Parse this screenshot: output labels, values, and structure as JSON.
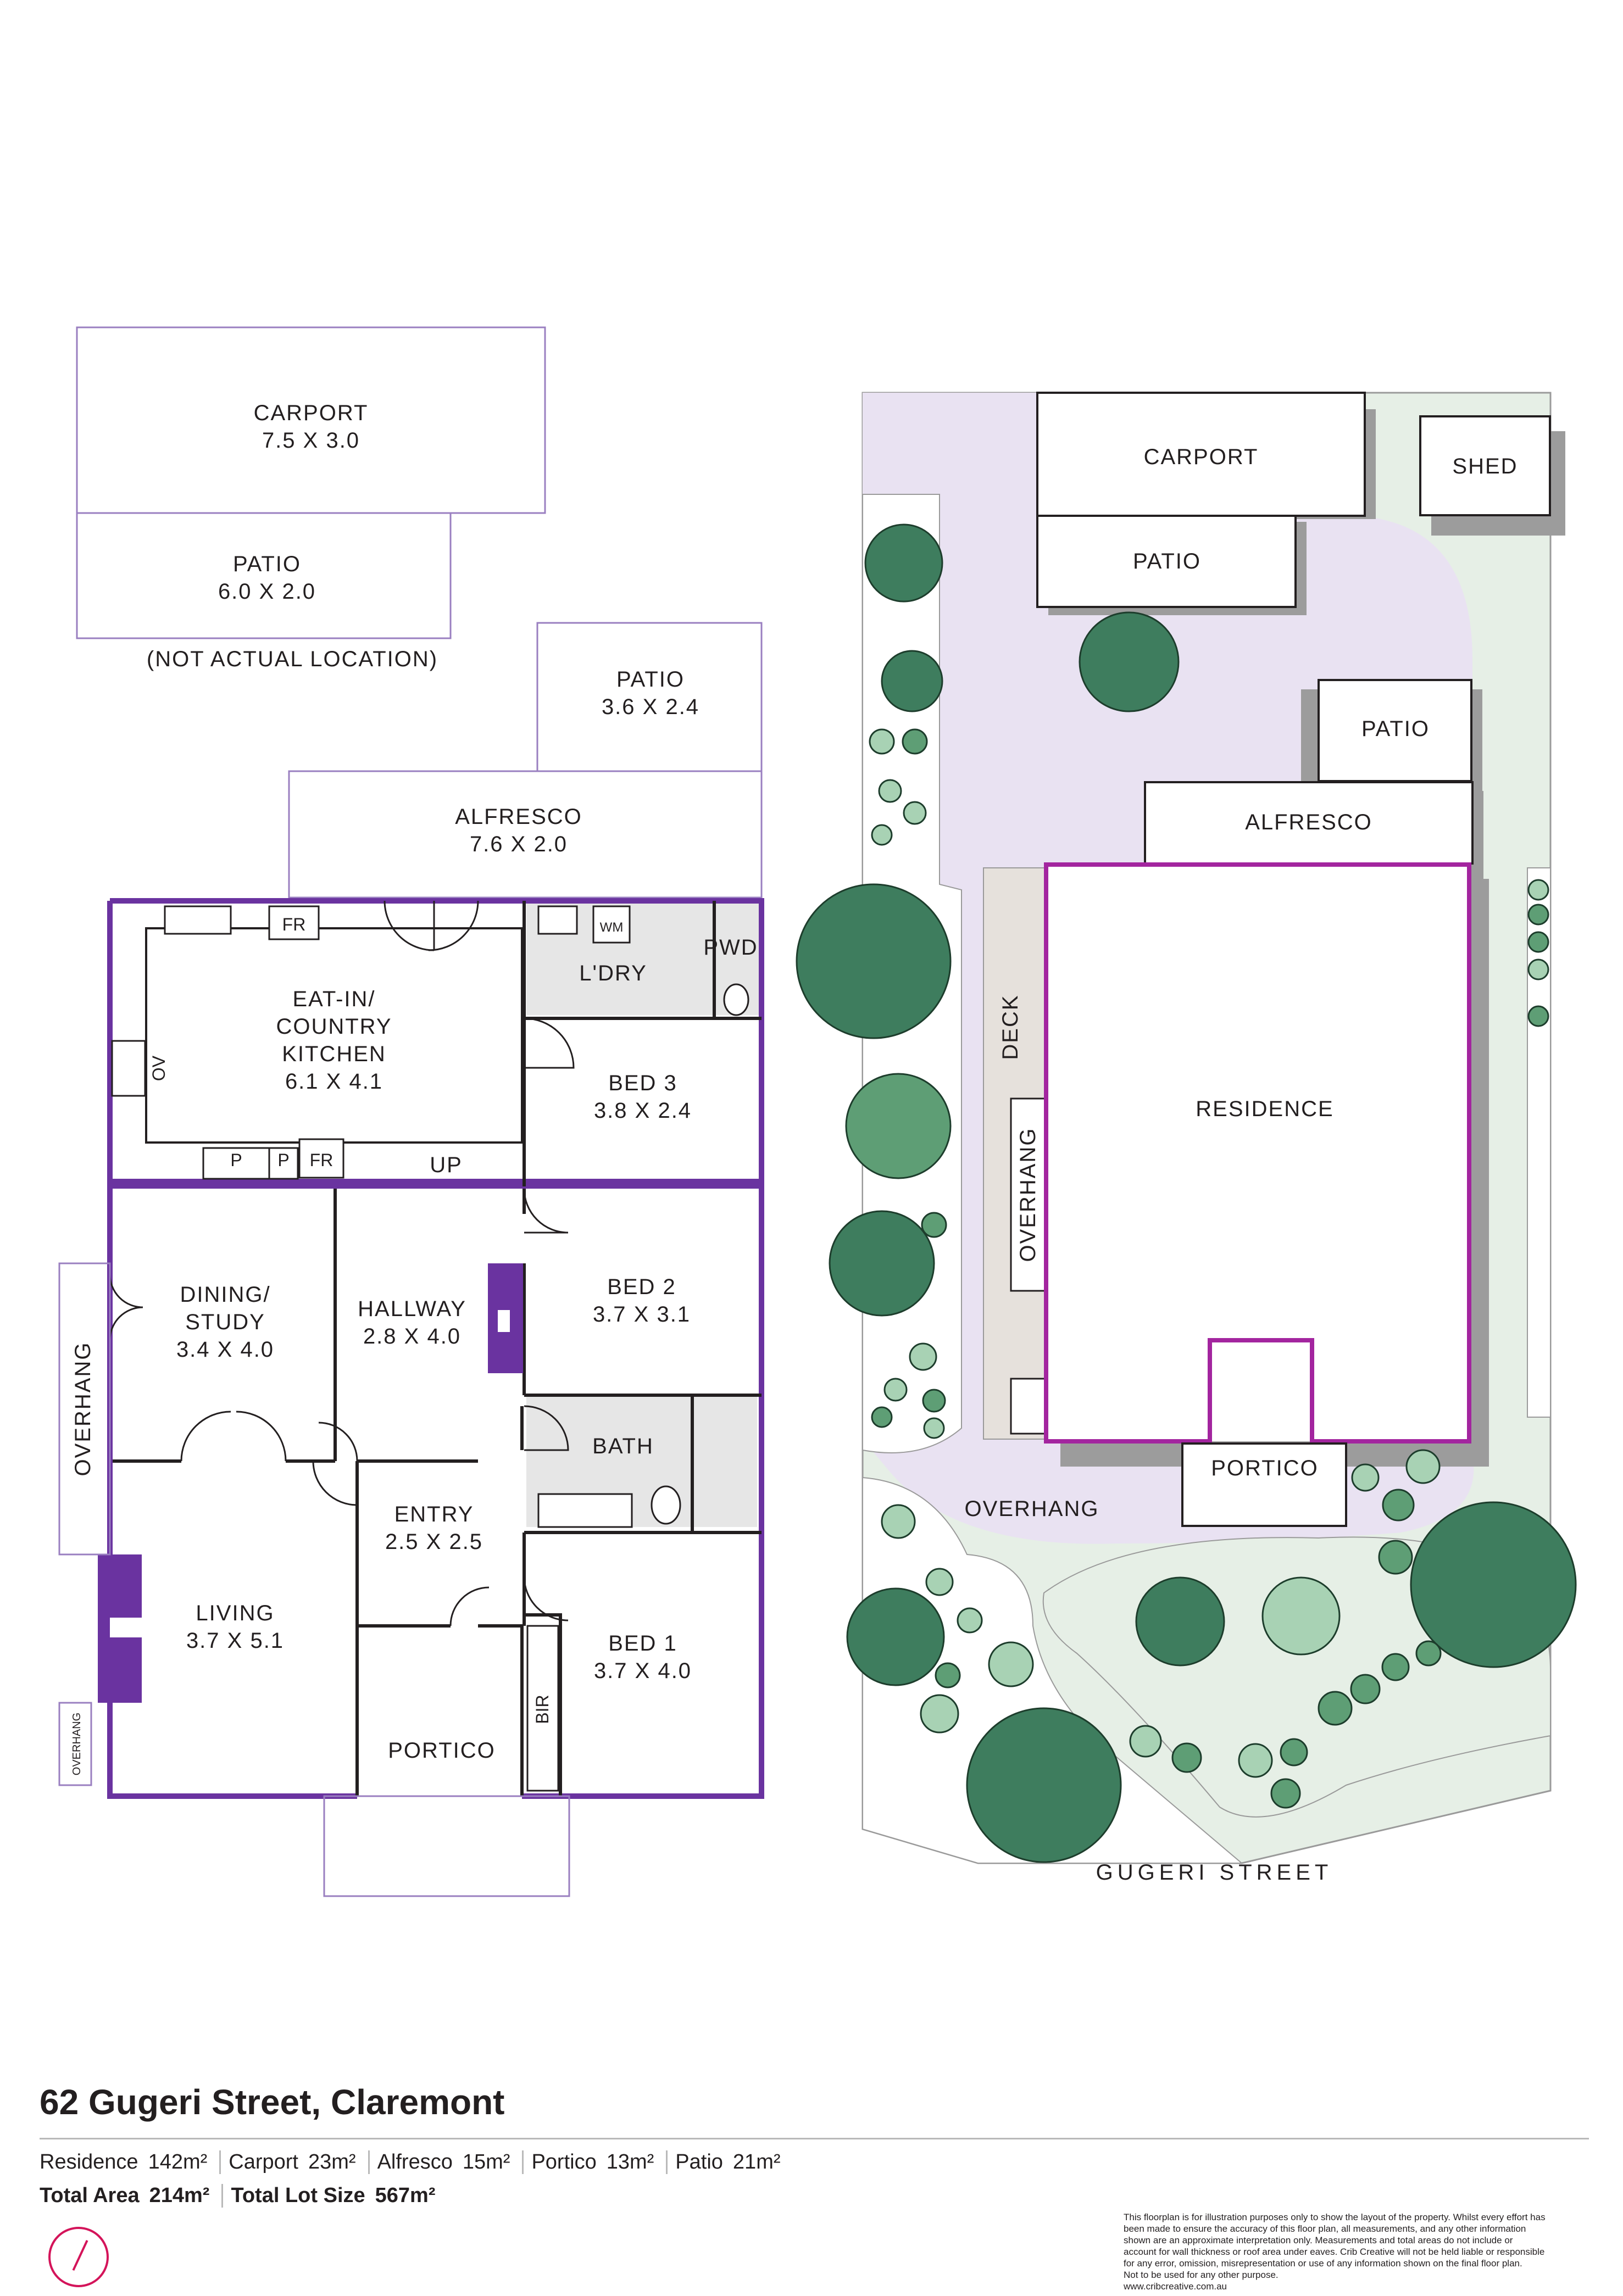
{
  "floorplan": {
    "carport": {
      "name": "CARPORT",
      "dims": "7.5 X 3.0"
    },
    "patio_detached": {
      "name": "PATIO",
      "dims": "6.0 X 2.0"
    },
    "not_actual_note": "(NOT ACTUAL LOCATION)",
    "patio": {
      "name": "PATIO",
      "dims": "3.6 X 2.4"
    },
    "alfresco": {
      "name": "ALFRESCO",
      "dims": "7.6 X 2.0"
    },
    "kitchen": {
      "line1": "EAT-IN/",
      "line2": "COUNTRY",
      "line3": "KITCHEN",
      "dims": "6.1 X 4.1"
    },
    "fr_top": "FR",
    "fr_bottom": "FR",
    "pantry1": "P",
    "pantry2": "P",
    "oven": "OV",
    "wm": "WM",
    "laundry": "L'DRY",
    "pwd": "PWD",
    "bed3": {
      "name": "BED 3",
      "dims": "3.8 X 2.4"
    },
    "up": "UP",
    "dining": {
      "line1": "DINING/",
      "line2": "STUDY",
      "dims": "3.4 X 4.0"
    },
    "hallway": {
      "name": "HALLWAY",
      "dims": "2.8 X 4.0"
    },
    "bed2": {
      "name": "BED 2",
      "dims": "3.7 X 3.1"
    },
    "overhang_side": "OVERHANG",
    "overhang_small": "OVERHANG",
    "bath": "BATH",
    "entry": {
      "name": "ENTRY",
      "dims": "2.5 X 2.5"
    },
    "living": {
      "name": "LIVING",
      "dims": "3.7 X 5.1"
    },
    "bed1": {
      "name": "BED 1",
      "dims": "3.7 X 4.0"
    },
    "bir": "BIR",
    "portico": "PORTICO"
  },
  "siteplan": {
    "carport": "CARPORT",
    "shed": "SHED",
    "patio1": "PATIO",
    "patio2": "PATIO",
    "alfresco": "ALFRESCO",
    "deck": "DECK",
    "overhang_vertical": "OVERHANG",
    "residence": "RESIDENCE",
    "portico": "PORTICO",
    "overhang": "OVERHANG",
    "street": "GUGERI STREET"
  },
  "footer": {
    "address": "62 Gugeri Street, Claremont",
    "areas": [
      {
        "label": "Residence",
        "value": "142m²"
      },
      {
        "label": "Carport",
        "value": "23m²"
      },
      {
        "label": "Alfresco",
        "value": "15m²"
      },
      {
        "label": "Portico",
        "value": "13m²"
      },
      {
        "label": "Patio",
        "value": "21m²"
      }
    ],
    "total_area_label": "Total Area",
    "total_area_value": "214m²",
    "lot_size_label": "Total Lot Size",
    "lot_size_value": "567m²",
    "disclaimer": [
      "This floorplan is for illustration purposes only to show the layout of the property. Whilst every effort has",
      "been made to ensure the accuracy of this floor plan, all measurements, and any other information",
      "shown are an approximate interpretation only. Measurements and total areas do not include or",
      "account for wall thickness or roof area under eaves. Crib Creative will not be held liable or responsible",
      "for any error, omission, misrepresentation or use of any information shown on the final floor plan.",
      "Not to be used for any other purpose.",
      "www.cribcreative.com.au"
    ]
  },
  "colors": {
    "wall": "#6a33a0",
    "outline": "#9a7fc0",
    "lawn_purple": "#e9e2f2",
    "lawn_green": "#e6efe6",
    "residence_outline": "#a3259f",
    "tree_dark": "#3e7d5e",
    "tree_mid": "#5e9e75",
    "tree_light": "#a8d2b4"
  }
}
